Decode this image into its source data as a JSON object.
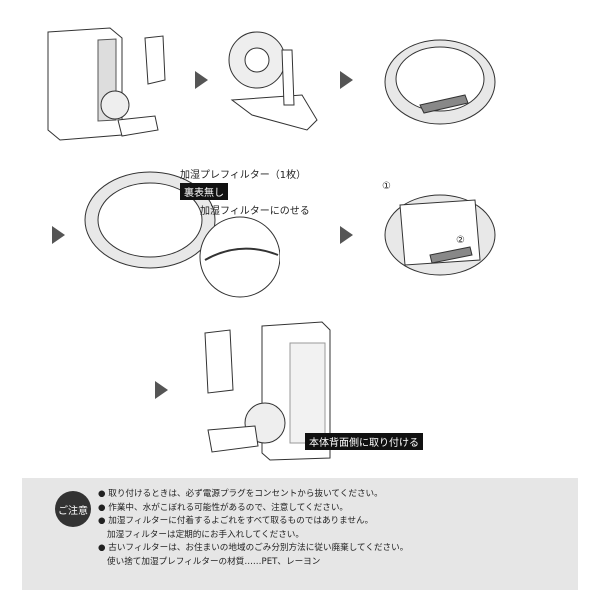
{
  "step3": {
    "label": "加湿プレフィルター（1枚）",
    "badge": "裏表無し",
    "instruction": "加湿フィルターにのせる"
  },
  "step4": {
    "marker1": "①",
    "marker2": "②"
  },
  "step5": {
    "label": "本体背面側に取り付ける"
  },
  "notes": {
    "badge": "ご注意",
    "items": [
      {
        "text": "取り付けるときは、必ず電源プラグをコンセントから抜いてください。"
      },
      {
        "text": "作業中、水がこぼれる可能性があるので、注意してください。"
      },
      {
        "text": "加湿フィルターに付着するよごれをすべて取るものではありません。",
        "sub": "加湿フィルターは定期的にお手入れしてください。"
      },
      {
        "text": "古いフィルターは、お住まいの地域のごみ分別方法に従い廃棄してください。",
        "sub": "使い捨て加湿プレフィルターの材質……PET、レーヨン"
      }
    ]
  }
}
